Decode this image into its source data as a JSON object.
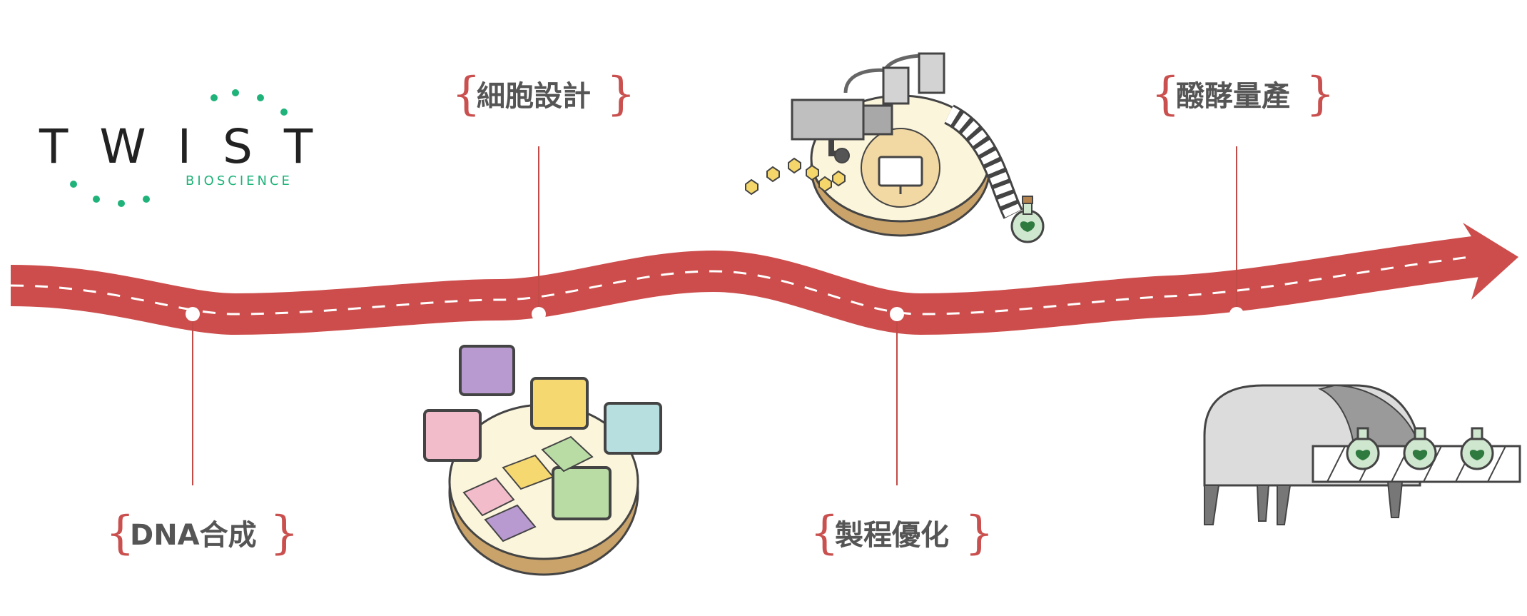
{
  "logo": {
    "name": "TWIST",
    "subtitle": "BIOSCIENCE",
    "dot_color": "#1fb37a"
  },
  "stages": [
    {
      "label": "DNA合成"
    },
    {
      "label": "細胞設計"
    },
    {
      "label": "製程優化"
    },
    {
      "label": "醱酵量產"
    }
  ],
  "colors": {
    "road": "#cc4d4b",
    "line": "#c24a47",
    "ink": "#555555",
    "accent": "#1fb37a"
  }
}
